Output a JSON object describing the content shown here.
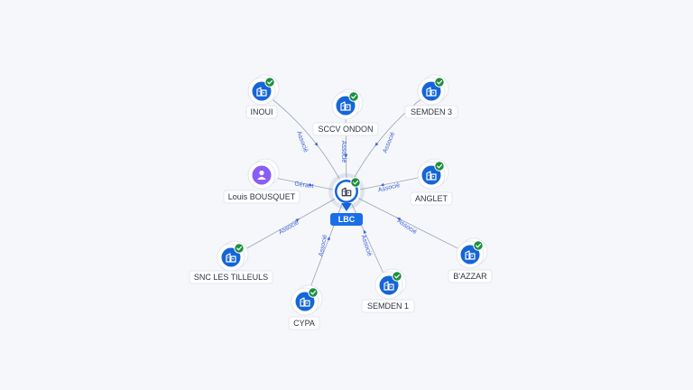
{
  "colors": {
    "company": "#1565d8",
    "person": "#8b5cf6",
    "check": "#1e8e3e",
    "center_label_bg": "#1a6ee8",
    "edge_label": "#3d62d8"
  },
  "icons": {
    "company": "building-icon",
    "person": "person-icon",
    "verified": "check-badge-icon"
  },
  "center": {
    "label": "LBC",
    "type": "company",
    "verified": true
  },
  "nodes": [
    {
      "id": "inoui",
      "label": "INOUI",
      "type": "company",
      "verified": true,
      "relation": "Associé"
    },
    {
      "id": "sccv-ondon",
      "label": "SCCV ONDON",
      "type": "company",
      "verified": true,
      "relation": "Associé"
    },
    {
      "id": "semden-3",
      "label": "SEMDEN 3",
      "type": "company",
      "verified": true,
      "relation": "Associé"
    },
    {
      "id": "louis-bousquet",
      "label": "Louis BOUSQUET",
      "type": "person",
      "verified": false,
      "relation": "Gérant"
    },
    {
      "id": "anglet",
      "label": "ANGLET",
      "type": "company",
      "verified": true,
      "relation": "Associé"
    },
    {
      "id": "snc-les-tilleuls",
      "label": "SNC LES TILLEULS",
      "type": "company",
      "verified": true,
      "relation": "Associé"
    },
    {
      "id": "bazzar",
      "label": "B'AZZAR",
      "type": "company",
      "verified": true,
      "relation": "Associé"
    },
    {
      "id": "cypa",
      "label": "CYPA",
      "type": "company",
      "verified": true,
      "relation": "Associé"
    },
    {
      "id": "semden-1",
      "label": "SEMDEN 1",
      "type": "company",
      "verified": true,
      "relation": "Associé"
    }
  ]
}
